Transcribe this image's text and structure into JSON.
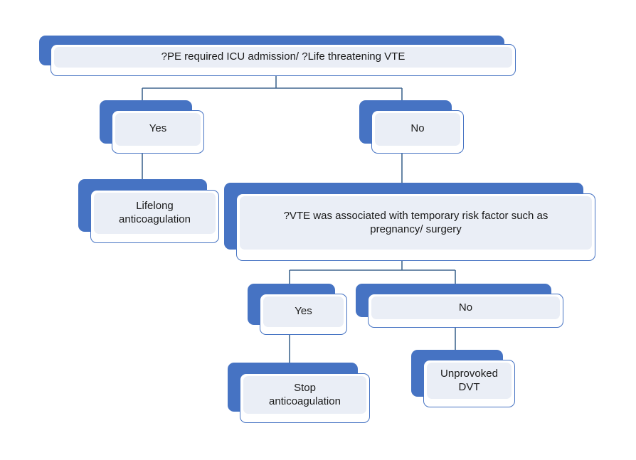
{
  "chart_title": "VTE anticoagulation duration decision tree",
  "colors": {
    "accent_blue": "#4673C3",
    "card_fill": "#EAEEF6",
    "card_background": "#FFFFFF",
    "line": "#41678F",
    "text": "#1A1A1A"
  },
  "nodes": [
    {
      "id": "root",
      "label": "?PE required ICU admission/ ?Life threatening VTE",
      "name": "node-pe-icu-question",
      "level": 1,
      "font_size": 15
    },
    {
      "id": "yes-1",
      "label": "Yes",
      "name": "node-yes-icu",
      "level": 2,
      "font_size": 15
    },
    {
      "id": "no-1",
      "label": "No",
      "name": "node-no-icu",
      "level": 2,
      "font_size": 15
    },
    {
      "id": "lifelong",
      "label": "Lifelong\nanticoagulation",
      "name": "node-lifelong-anticoagulation",
      "level": 3,
      "font_size": 15
    },
    {
      "id": "vte-risk",
      "label": "?VTE was associated with temporary risk factor such as\npregnancy/ surgery",
      "name": "node-temporary-risk-factor-question",
      "level": 3,
      "font_size": 15
    },
    {
      "id": "yes-2",
      "label": "Yes",
      "name": "node-yes-risk-factor",
      "level": 4,
      "font_size": 15
    },
    {
      "id": "no-2",
      "label": "No",
      "name": "node-no-risk-factor",
      "level": 4,
      "font_size": 15
    },
    {
      "id": "stop",
      "label": "Stop\nanticoagulation",
      "name": "node-stop-anticoagulation",
      "level": 5,
      "font_size": 15
    },
    {
      "id": "unprovoked",
      "label": "Unprovoked\nDVT",
      "name": "node-unprovoked-dvt",
      "level": 5,
      "font_size": 15
    }
  ],
  "edges": [
    {
      "from": "root",
      "to": "yes-1",
      "name": "edge-root-to-yes"
    },
    {
      "from": "root",
      "to": "no-1",
      "name": "edge-root-to-no"
    },
    {
      "from": "yes-1",
      "to": "lifelong",
      "name": "edge-yes-to-lifelong"
    },
    {
      "from": "no-1",
      "to": "vte-risk",
      "name": "edge-no-to-risk-question"
    },
    {
      "from": "vte-risk",
      "to": "yes-2",
      "name": "edge-risk-to-yes"
    },
    {
      "from": "vte-risk",
      "to": "no-2",
      "name": "edge-risk-to-no"
    },
    {
      "from": "yes-2",
      "to": "stop",
      "name": "edge-yes-to-stop"
    },
    {
      "from": "no-2",
      "to": "unprovoked",
      "name": "edge-no-to-unprovoked"
    }
  ]
}
